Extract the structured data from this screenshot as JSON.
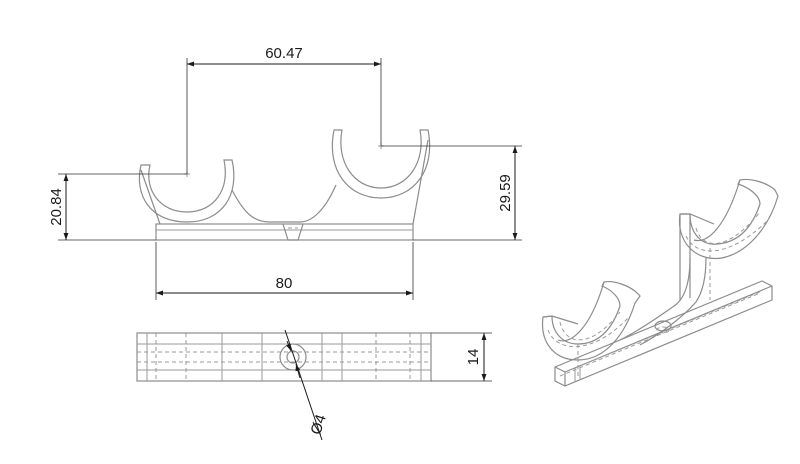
{
  "dimensions": {
    "center_spacing": "60.47",
    "left_center_height": "20.84",
    "right_center_height": "29.59",
    "overall_length": "80",
    "width": "14",
    "hole_diameter": "Ø4"
  },
  "colors": {
    "part_line": "#8c8c8c",
    "dimension_line": "#1a1a1a",
    "background": "#ffffff"
  }
}
